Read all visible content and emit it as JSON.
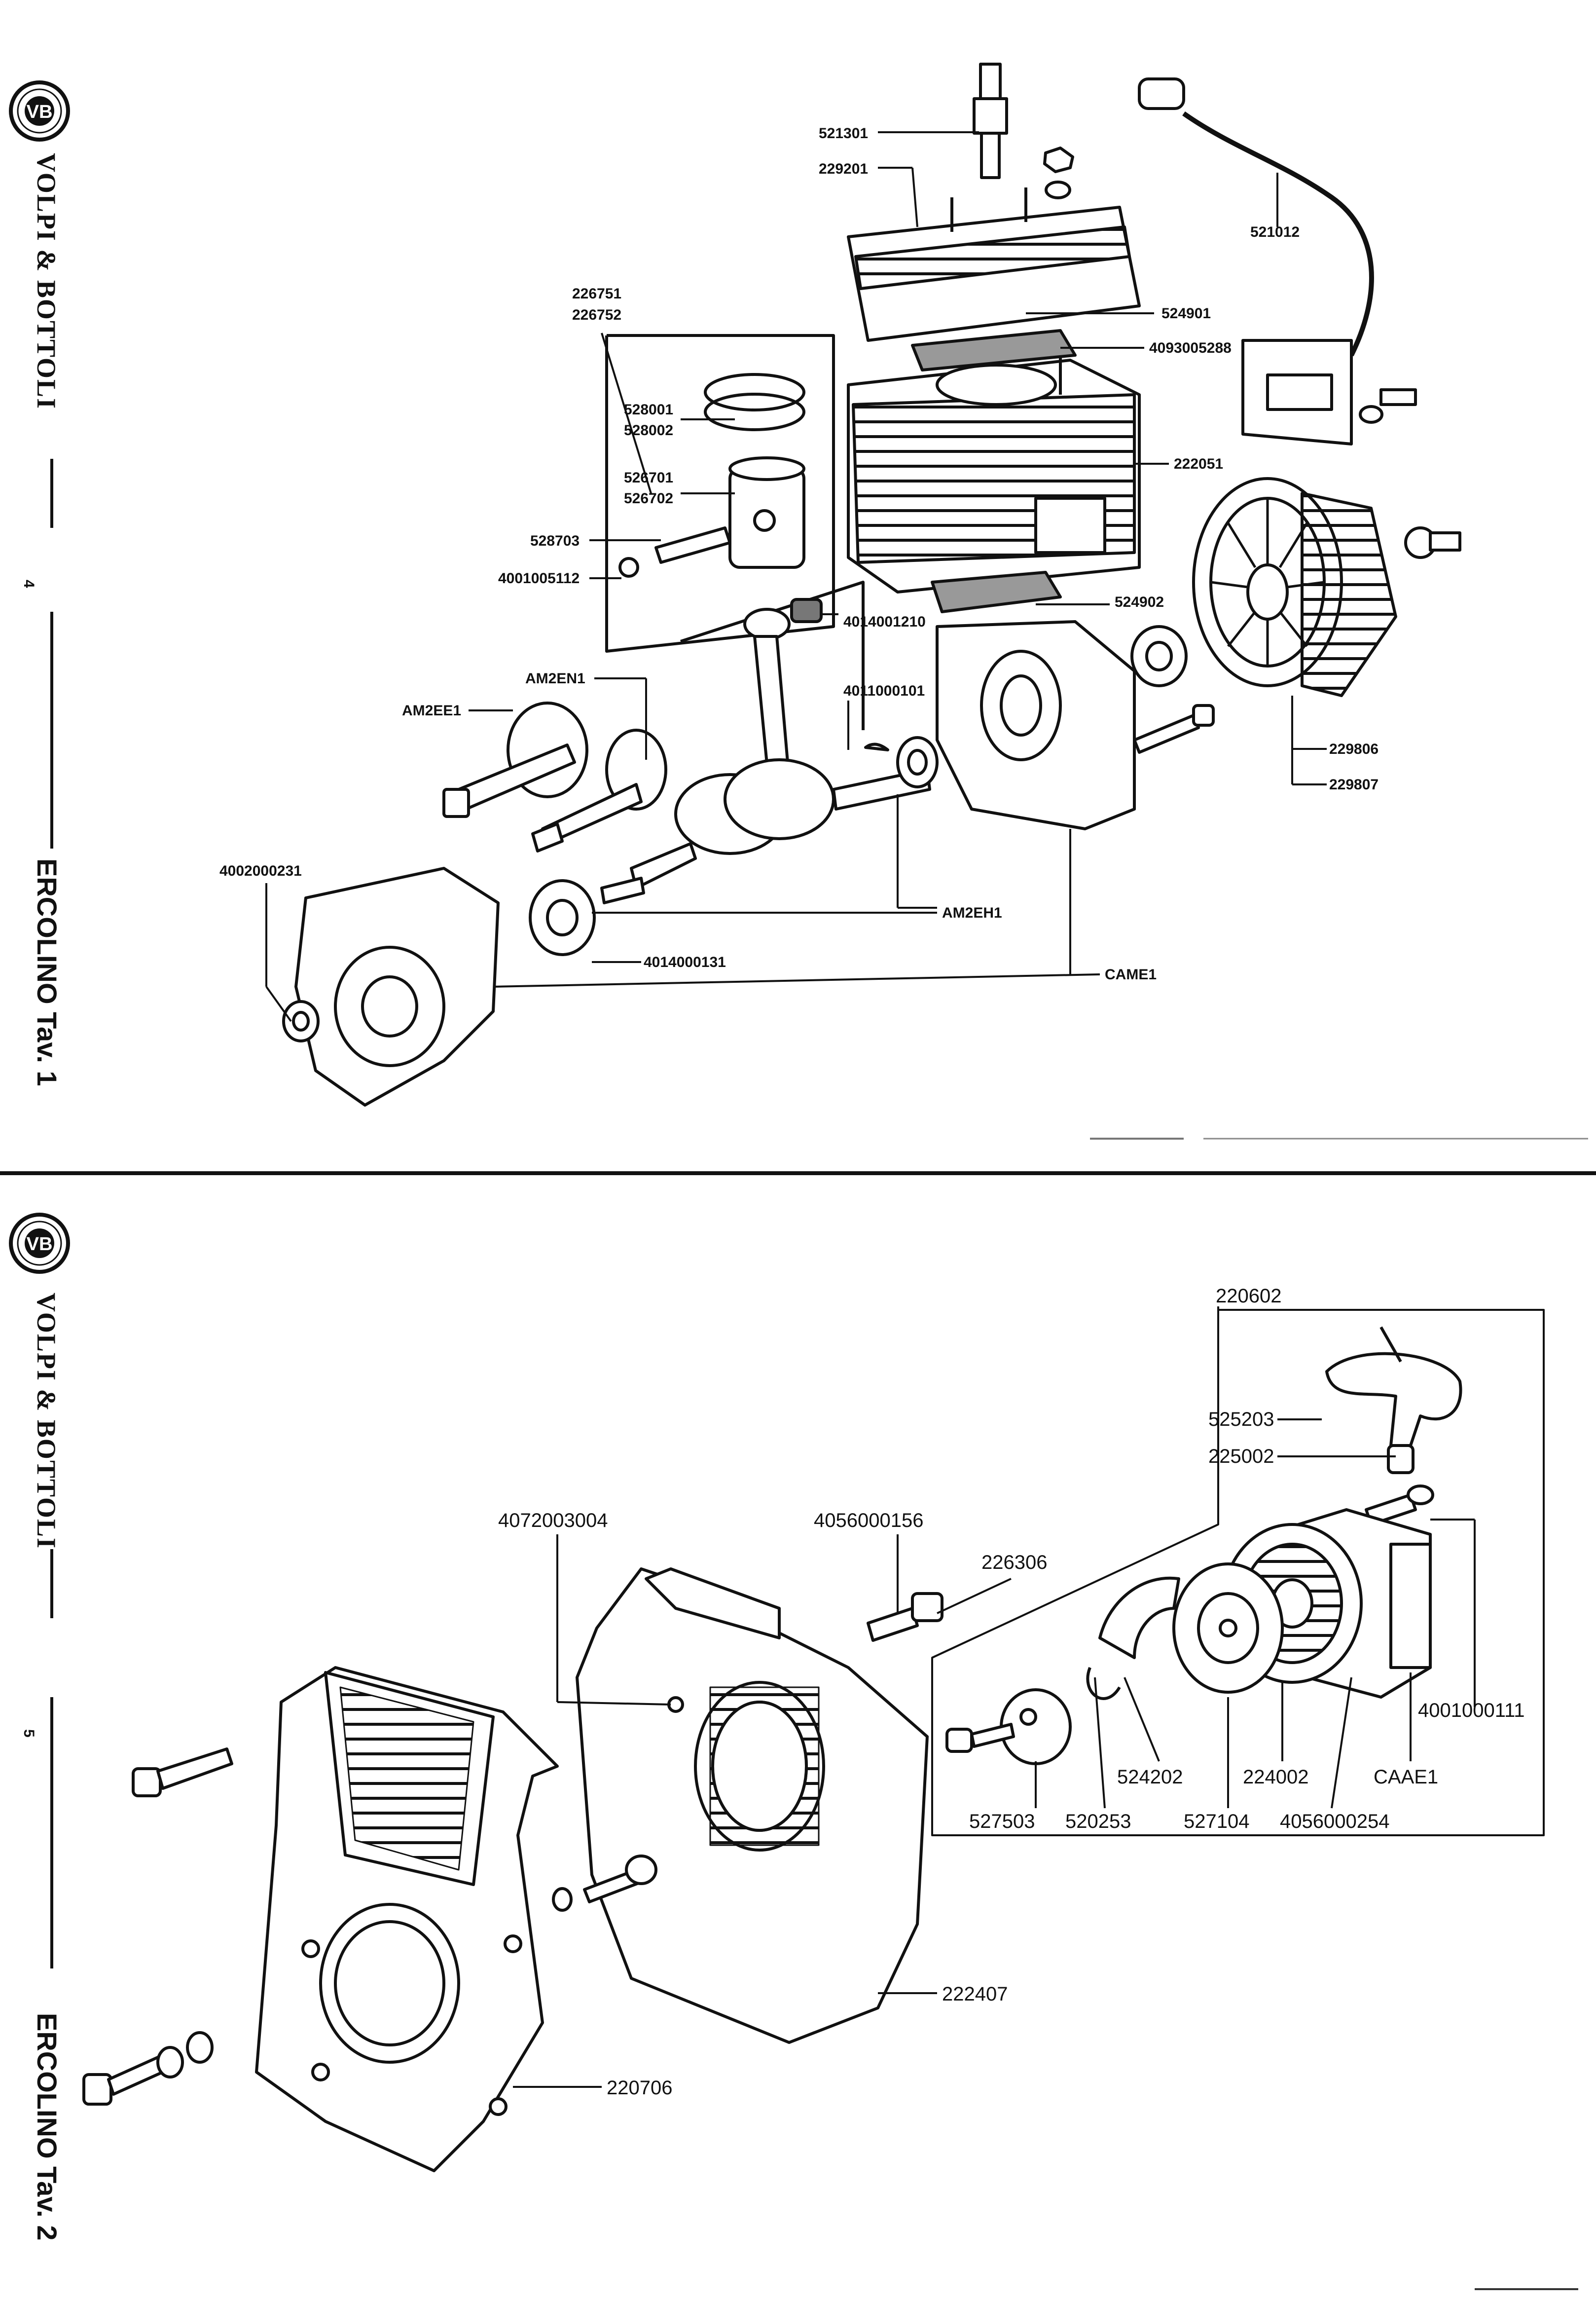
{
  "brand": "VOLPI & BOTTOLI",
  "logo_text": "VB",
  "plate1": {
    "title": "ERCOLINO Tav. 1",
    "page": "4",
    "labels": {
      "p521301": "521301",
      "p229201": "229201",
      "p521012": "521012",
      "p226751": "226751",
      "p226752": "226752",
      "p524901": "524901",
      "p4093005288": "4093005288",
      "p528001": "528001",
      "p528002": "528002",
      "p222051": "222051",
      "p526701": "526701",
      "p526702": "526702",
      "p528703": "528703",
      "p4001005112": "4001005112",
      "p524902": "524902",
      "p4014001210": "4014001210",
      "pAM2EN1": "AM2EN1",
      "pAM2EE1": "AM2EE1",
      "p4011000101": "4011000101",
      "p229806": "229806",
      "p229807": "229807",
      "p4002000231": "4002000231",
      "pAM2EH1": "AM2EH1",
      "p4014000131": "4014000131",
      "pCAME1": "CAME1"
    }
  },
  "plate2": {
    "title": "ERCOLINO Tav. 2",
    "page": "5",
    "labels": {
      "p220602": "220602",
      "p525203": "525203",
      "p225002": "225002",
      "p4072003004": "4072003004",
      "p4056000156": "4056000156",
      "p226306": "226306",
      "p4001000111": "4001000111",
      "p524202": "524202",
      "p224002": "224002",
      "pCAAE1": "CAAE1",
      "p527503": "527503",
      "p520253": "520253",
      "p527104": "527104",
      "p4056000254": "4056000254",
      "p222407": "222407",
      "p220706": "220706"
    }
  }
}
